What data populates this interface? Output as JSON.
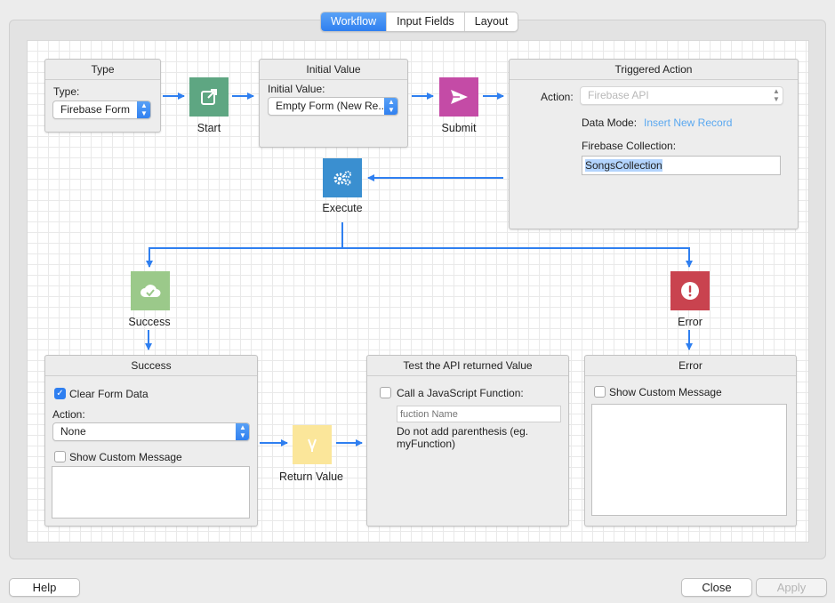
{
  "tabs": {
    "workflow": "Workflow",
    "input_fields": "Input Fields",
    "layout": "Layout"
  },
  "type_box": {
    "title": "Type",
    "label": "Type:",
    "value": "Firebase Form"
  },
  "start": {
    "label": "Start"
  },
  "initial_value_box": {
    "title": "Initial Value",
    "label": "Initial Value:",
    "value": "Empty Form (New Re..."
  },
  "submit": {
    "label": "Submit"
  },
  "triggered_box": {
    "title": "Triggered Action",
    "action_label": "Action:",
    "action_value": "Firebase API",
    "data_mode_label": "Data Mode:",
    "data_mode_value": "Insert New Record",
    "collection_label": "Firebase Collection:",
    "collection_value": "SongsCollection"
  },
  "execute": {
    "label": "Execute"
  },
  "success_node": {
    "label": "Success"
  },
  "error_node": {
    "label": "Error"
  },
  "success_box": {
    "title": "Success",
    "clear_form_label": "Clear Form Data",
    "action_label": "Action:",
    "action_value": "None",
    "show_custom_label": "Show Custom Message"
  },
  "return_value": {
    "label": "Return Value"
  },
  "test_box": {
    "title": "Test the API returned Value",
    "js_label": "Call a JavaScript Function:",
    "fn_placeholder": "fuction Name",
    "hint": "Do not add parenthesis (eg. myFunction)"
  },
  "error_box": {
    "title": "Error",
    "show_custom_label": "Show Custom Message"
  },
  "buttons": {
    "help": "Help",
    "close": "Close",
    "apply": "Apply"
  },
  "colors": {
    "accent": "#2f7ff0",
    "start": "#5ea682",
    "submit": "#c44ba6",
    "execute": "#3a8fd0",
    "success": "#9bc98a",
    "error": "#c9434f",
    "return_value": "#fbe69a",
    "link": "#5aa8f0"
  }
}
